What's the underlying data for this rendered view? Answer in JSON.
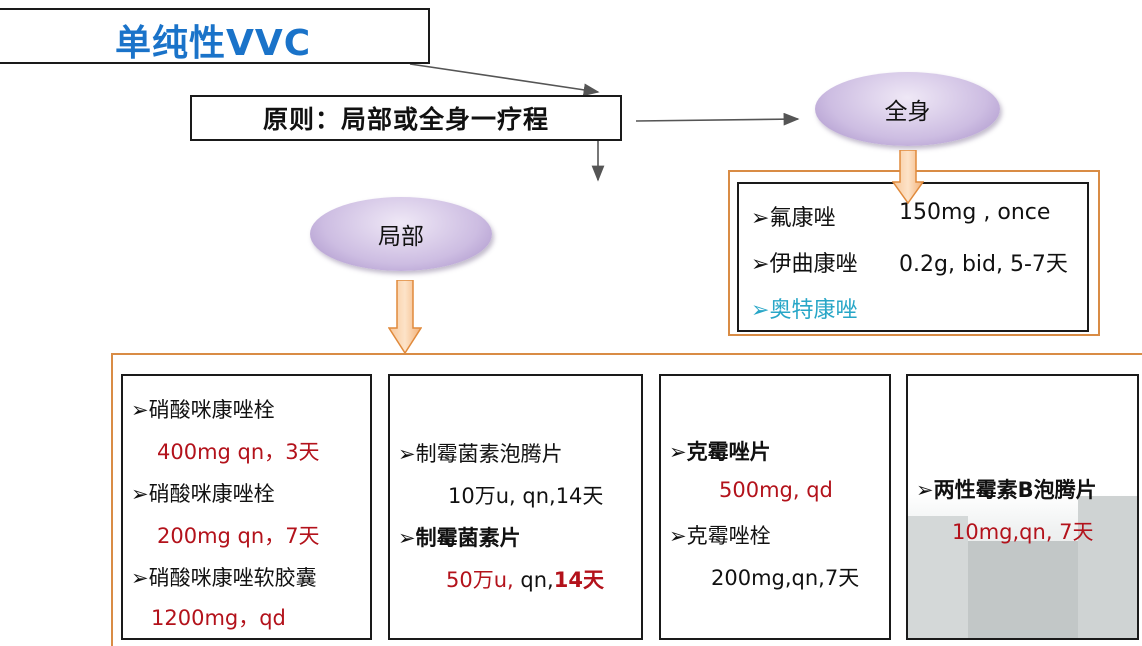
{
  "title": "单纯性VVC",
  "principle": "原则：局部或全身一疗程",
  "nodes": {
    "systemic": "全身",
    "local": "局部"
  },
  "systemic": {
    "items": [
      {
        "marker": "➢",
        "drug": "氟康唑",
        "dose": "150mg , once"
      },
      {
        "marker": "➢",
        "drug": "伊曲康唑",
        "dose": "0.2g, bid, 5-7天"
      },
      {
        "marker": "➢",
        "drug": "奥特康唑",
        "dose": ""
      }
    ]
  },
  "local": {
    "box1": {
      "item1_name": "➢硝酸咪康唑栓",
      "item1_dose_a": "400mg qn，",
      "item1_dose_b": "3天",
      "item2_name": "➢硝酸咪康唑栓",
      "item2_dose_a": "200mg qn，",
      "item2_dose_b": "7天",
      "item3_name": "➢硝酸咪康唑软胶囊",
      "item3_dose": "1200mg，qd"
    },
    "box2": {
      "item1_name": "➢制霉菌素泡腾片",
      "item1_dose": "10万u, qn,14天",
      "item2_marker": "➢",
      "item2_name": "制霉菌素片",
      "item2_dose_a": "50万u,",
      "item2_dose_b": " qn,",
      "item2_dose_c": "14天"
    },
    "box3": {
      "item1_marker": "➢",
      "item1_name": "克霉唑片",
      "item1_dose": "500mg, qd",
      "item2_name": "➢克霉唑栓",
      "item2_dose": "200mg,qn,7天"
    },
    "box4": {
      "item1_marker": "➢",
      "item1_name": "两性霉素B泡腾片",
      "item1_dose": "10mg,qn, 7天"
    }
  },
  "colors": {
    "title": "#1a73c9",
    "dose_red": "#b3121b",
    "highlight_cyan": "#27a6c7",
    "frame_orange": "#d98c45",
    "node_purple": "#cdbde2"
  }
}
